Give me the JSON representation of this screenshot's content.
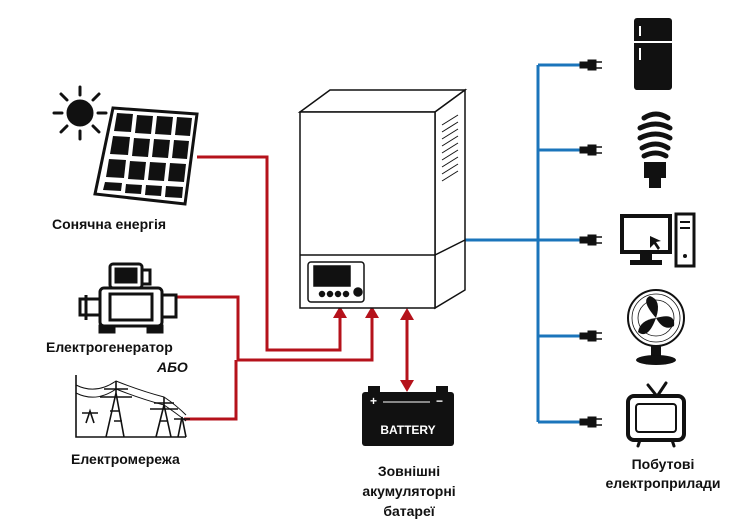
{
  "labels": {
    "solar": "Сонячна енергія",
    "generator": "Електрогенератор",
    "or": "АБО",
    "grid": "Електромережа",
    "battery_caption_1": "Зовнішні",
    "battery_caption_2": "акумуляторні",
    "battery_caption_3": "батареї",
    "appliances_1": "Побутові",
    "appliances_2": "електроприлади",
    "battery_text": "BATTERY"
  },
  "colors": {
    "input_line": "#b5121b",
    "output_line": "#1b75bb",
    "device": "#111111"
  },
  "icons": [
    "sun-icon",
    "solar-panel-icon",
    "generator-icon",
    "power-grid-icon",
    "inverter-icon",
    "battery-icon",
    "plug-icon",
    "fridge-icon",
    "bulb-icon",
    "computer-icon",
    "fan-icon",
    "tv-icon"
  ]
}
